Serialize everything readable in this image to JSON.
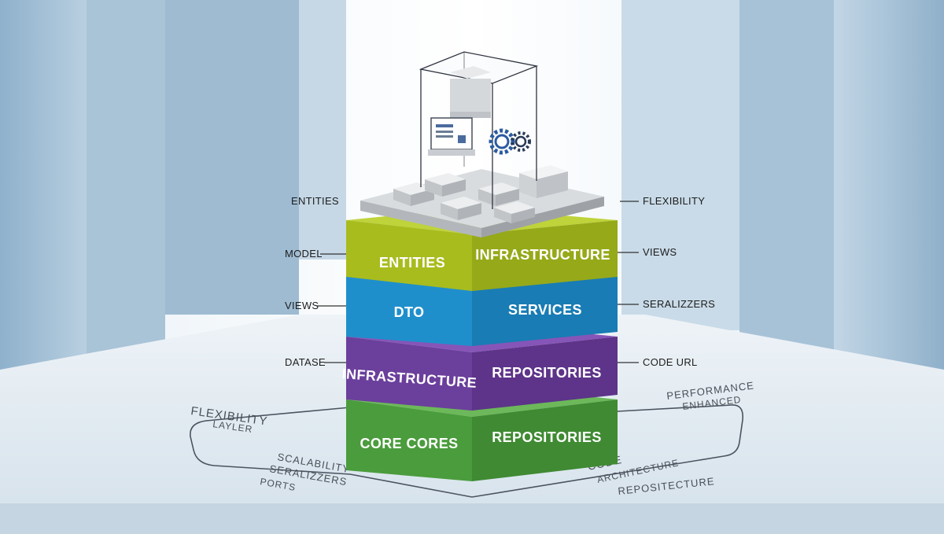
{
  "labels_left": [
    "ENTITIES",
    "MODEL",
    "VIEWS",
    "DATASE"
  ],
  "labels_right": [
    "FLEXIBILITY",
    "VIEWS",
    "SERALIZZERS",
    "CODE URL"
  ],
  "layers": [
    {
      "left": "ENTITIES",
      "right": "INFRASTRUCTURE",
      "color": "#a8bc1e"
    },
    {
      "left": "DTO",
      "right": "SERVICES",
      "color": "#1f8fcc"
    },
    {
      "left": "INFRASTRUCTURE",
      "right": "REPOSITORIES",
      "color": "#6b3f9c"
    },
    {
      "left": "CORE CORES",
      "right": "REPOSITORIES",
      "color": "#4a9c3c"
    }
  ],
  "floor_text": {
    "left_a": "FLEXIBILITY",
    "left_b": "LAYLER",
    "left_c": "SCALABILITY",
    "left_d": "SERALIZZERS",
    "left_e": "PORTS",
    "right_a": "PERFORMANCE",
    "right_b": "ENHANCED",
    "right_c": "CODE",
    "right_d": "ARCHITECTURE",
    "right_e": "REPOSITECTURE"
  }
}
